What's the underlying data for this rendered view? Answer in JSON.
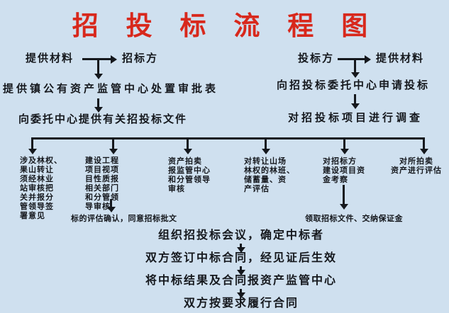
{
  "colors": {
    "background": "#cfe0ef",
    "title": "#d8281c",
    "text": "#15181d",
    "arrow": "#15181d"
  },
  "title": "招 投 标 流 程 图",
  "left_flow": {
    "materials": "提供材料",
    "party": "招标方",
    "approval_form": "提供镇公有资产监管中心处置审批表",
    "provide_docs": "向委托中心提供有关招投标文件"
  },
  "right_flow": {
    "party": "投标方",
    "materials": "提供材料",
    "apply": "向招投标委托中心申请投标",
    "investigate": "对招投标项目进行调查"
  },
  "branches": [
    "涉及林权、\n果山转让\n须经林业\n站审核把\n关并报分\n管领导签\n署意见",
    "建设工程\n项目视项\n目性质报\n相关部门\n和分管领\n导审核",
    "资产拍卖\n报监管中心\n和分管领导\n审核",
    "对转让山场\n林权的林班、\n储蓄量、资\n产评估",
    "对招标方\n建设项目资\n金考察",
    "对所拍卖\n资产进行评估"
  ],
  "sub_steps": {
    "evaluation": "标的评估确认，同意招标批文",
    "collect_docs": "领取招标文件、交纳保证金"
  },
  "bottom_flow": [
    "组织招投标会议，确定中标者",
    "双方签订中标合同，经见证后生效",
    "将中标结果及合同报资产监管中心",
    "双方按要求履行合同"
  ]
}
